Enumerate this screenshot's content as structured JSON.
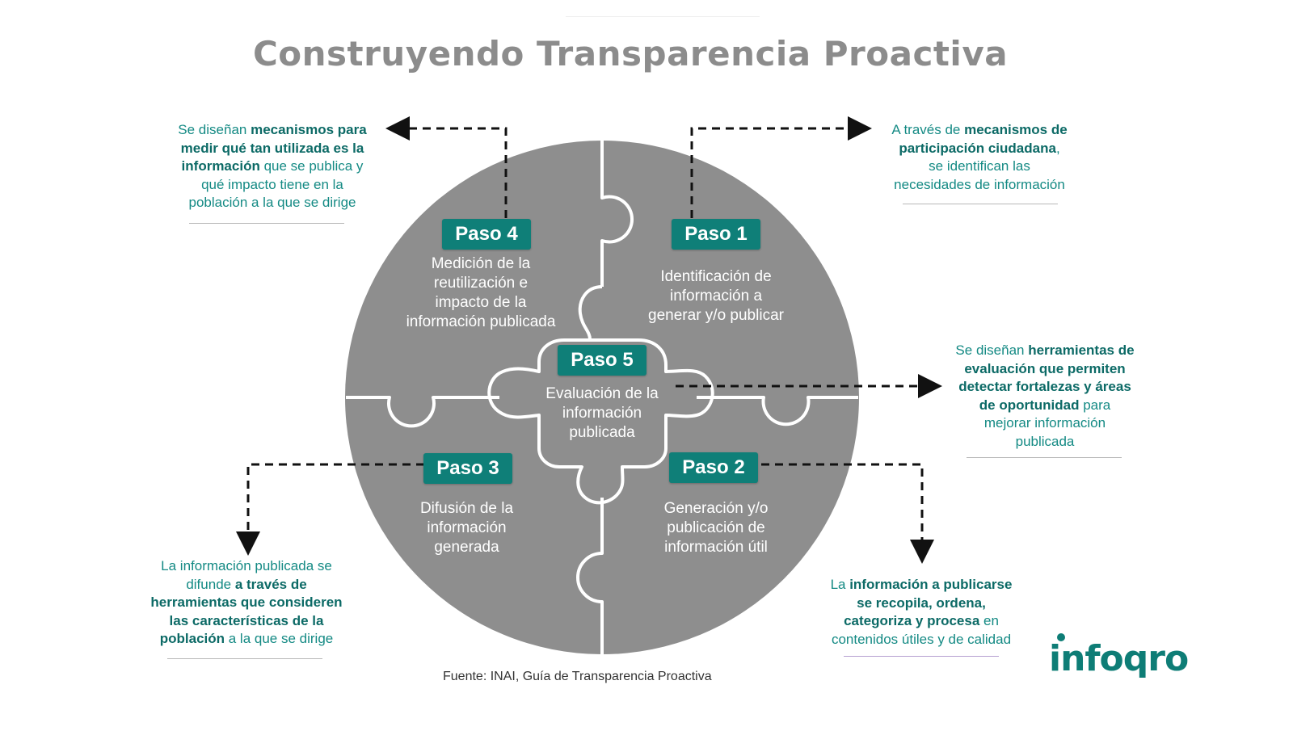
{
  "title": "Construyendo Transparencia Proactiva",
  "source": "Fuente: INAI, Guía de Transparencia Proactiva",
  "logo": "infoqro",
  "colors": {
    "circle": "#8e8e8e",
    "badge": "#0f7f78",
    "note_text": "#148a84",
    "title": "#8c8c8c"
  },
  "steps": [
    {
      "badge": "Paso 1",
      "text": [
        "Identificación de",
        "información a",
        "generar y/o publicar"
      ]
    },
    {
      "badge": "Paso 2",
      "text": [
        "Generación y/o",
        "publicación de",
        "información útil"
      ]
    },
    {
      "badge": "Paso 3",
      "text": [
        "Difusión de la",
        "información",
        "generada"
      ]
    },
    {
      "badge": "Paso 4",
      "text": [
        "Medición de la",
        "reutilización e",
        "impacto de la",
        "información publicada"
      ]
    },
    {
      "badge": "Paso 5",
      "text": [
        "Evaluación de la",
        "información",
        "publicada"
      ]
    }
  ],
  "notes": {
    "paso4": [
      [
        [
          "Se diseñan ",
          false
        ],
        [
          "mecanismos para",
          true
        ]
      ],
      [
        [
          "medir qué tan utilizada es la",
          true
        ]
      ],
      [
        [
          "información",
          true
        ],
        [
          " que se publica y",
          false
        ]
      ],
      [
        [
          "qué impacto tiene en la",
          false
        ]
      ],
      [
        [
          "población a la que se dirige",
          false
        ]
      ]
    ],
    "paso1": [
      [
        [
          "A través de ",
          false
        ],
        [
          "mecanismos de",
          true
        ]
      ],
      [
        [
          "participación ciudadana",
          true
        ],
        [
          ",",
          false
        ]
      ],
      [
        [
          "se identifican las",
          false
        ]
      ],
      [
        [
          "necesidades de información",
          false
        ]
      ]
    ],
    "paso5": [
      [
        [
          "Se diseñan ",
          false
        ],
        [
          "herramientas de",
          true
        ]
      ],
      [
        [
          "evaluación que permiten",
          true
        ]
      ],
      [
        [
          "detectar fortalezas y áreas",
          true
        ]
      ],
      [
        [
          "de oportunidad",
          true
        ],
        [
          " para",
          false
        ]
      ],
      [
        [
          "mejorar información",
          false
        ]
      ],
      [
        [
          "publicada",
          false
        ]
      ]
    ],
    "paso3": [
      [
        [
          "La información publicada se",
          false
        ]
      ],
      [
        [
          "difunde ",
          false
        ],
        [
          "a través de",
          true
        ]
      ],
      [
        [
          "herramientas que consideren",
          true
        ]
      ],
      [
        [
          "las características de la",
          true
        ]
      ],
      [
        [
          "población",
          true
        ],
        [
          " a la que se dirige",
          false
        ]
      ]
    ],
    "paso2": [
      [
        [
          "La ",
          false
        ],
        [
          "información a publicarse",
          true
        ]
      ],
      [
        [
          "se recopila, ordena,",
          true
        ]
      ],
      [
        [
          "categoriza y procesa",
          true
        ],
        [
          " en",
          false
        ]
      ],
      [
        [
          "contenidos útiles y de calidad",
          false
        ]
      ]
    ]
  }
}
